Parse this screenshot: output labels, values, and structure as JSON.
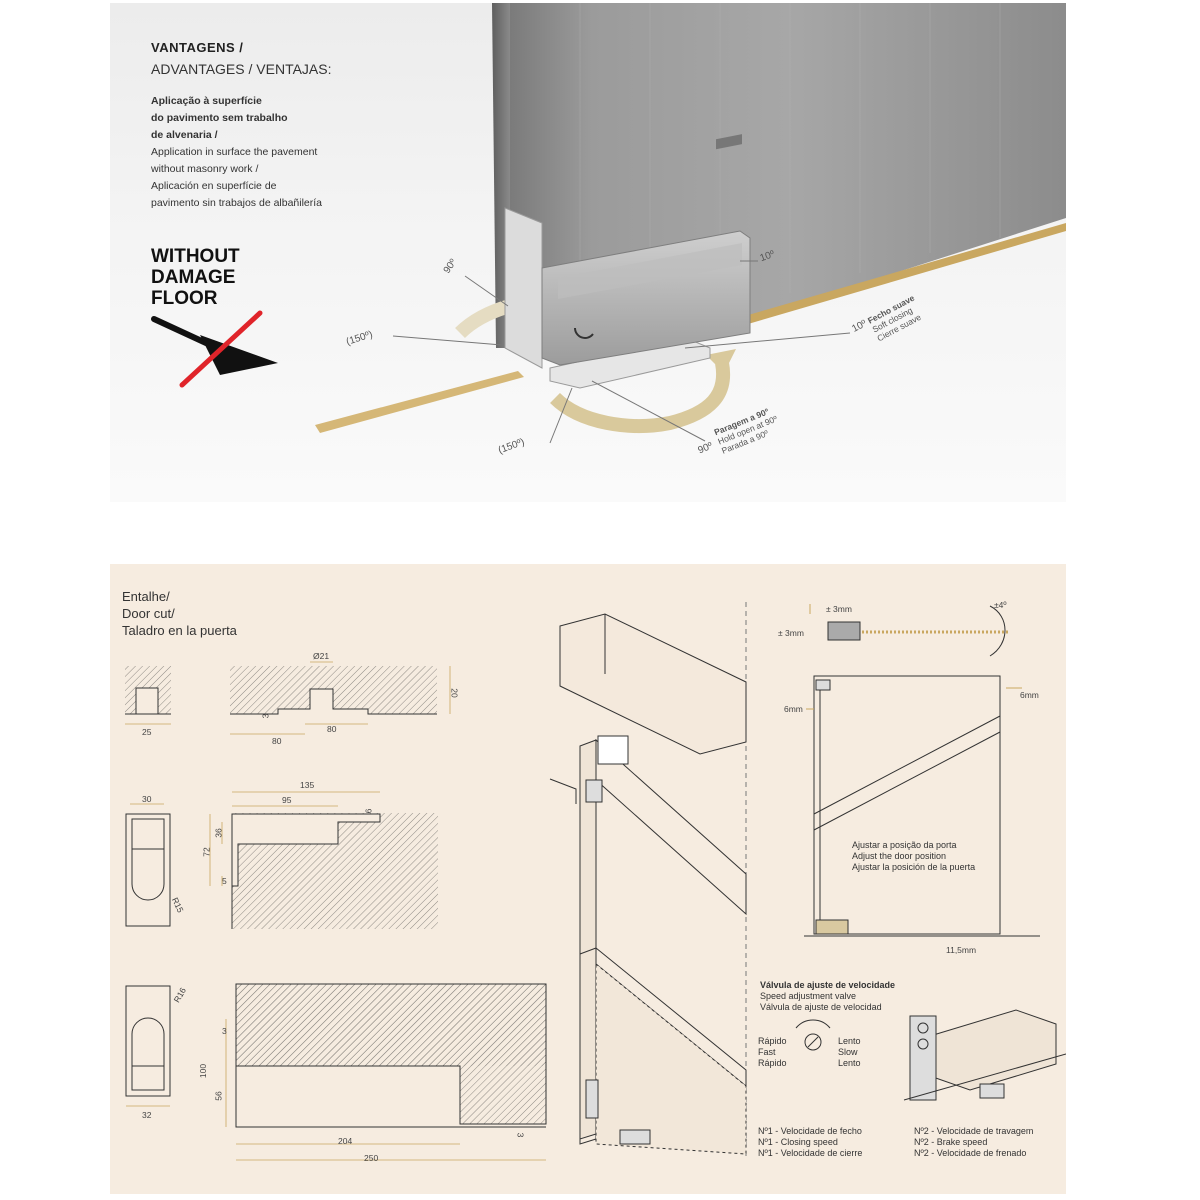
{
  "advantages": {
    "heading_line1": "VANTAGENS /",
    "heading_line2": "ADVANTAGES / VENTAJAS:",
    "pt_lines": [
      "Aplicação à superfície",
      "do pavimento sem trabalho",
      "de alvenaria /"
    ],
    "en_lines": [
      "Application in surface the pavement",
      "without masonry work /"
    ],
    "es_lines": [
      "Aplicación en superfície de",
      "pavimento sin trabajos de albañilería"
    ],
    "badge_lines": [
      "WITHOUT",
      "DAMAGE",
      "FLOOR"
    ]
  },
  "product_angles": {
    "a90_top": "90º",
    "a150_left": "(150º)",
    "a10_top": "10º",
    "a10_right": "10º",
    "a150_bottom": "(150º)",
    "a90_bottom": "90º",
    "soft_close": [
      "Fecho suave",
      "Soft closing",
      "Cierre suave"
    ],
    "hold_open": [
      "Paragem a 90º",
      "Hold open at 90º",
      "Parada a 90º"
    ]
  },
  "door_cut": {
    "title_lines": [
      "Entalhe/",
      "Door cut/",
      "Taladro en la puerta"
    ],
    "dims": {
      "d25": "25",
      "d21": "Ø21",
      "d20": "20",
      "d3a": "3",
      "d80a": "80",
      "d80b": "80",
      "d30": "30",
      "d135": "135",
      "d95": "95",
      "d6": "6",
      "d36": "36",
      "d72": "72",
      "d5": "5",
      "r15": "R15",
      "r16": "R16",
      "d3b": "3",
      "d100": "100",
      "d56": "56",
      "d32": "32",
      "d204": "204",
      "d250": "250",
      "d3c": "3"
    }
  },
  "adjust": {
    "d3mm_top": "± 3mm",
    "d3mm_left": "± 3mm",
    "d4deg": "±4º",
    "d6mm_left": "6mm",
    "d6mm_right": "6mm",
    "d115": "11,5mm",
    "position_lines": [
      "Ajustar a posição da porta",
      "Adjust the door position",
      "Ajustar la posición de la puerta"
    ]
  },
  "speed": {
    "valve_lines": [
      "Válvula de ajuste de velocidade",
      "Speed adjustment valve",
      "Válvula de ajuste de velocidad"
    ],
    "fast_lines": [
      "Rápido",
      "Fast",
      "Rápido"
    ],
    "slow_lines": [
      "Lento",
      "Slow",
      "Lento"
    ],
    "n1_lines": [
      "Nº1 - Velocidade de fecho",
      "Nº1 - Closing speed",
      "Nº1 - Velocidade de cierre"
    ],
    "n2_lines": [
      "Nº2 - Velocidade de travagem",
      "Nº2 - Brake speed",
      "Nº2 - Velocidade de frenado"
    ]
  },
  "colors": {
    "gold": "#c9a760",
    "cream": "#f6ece0",
    "red": "#e0242a"
  }
}
